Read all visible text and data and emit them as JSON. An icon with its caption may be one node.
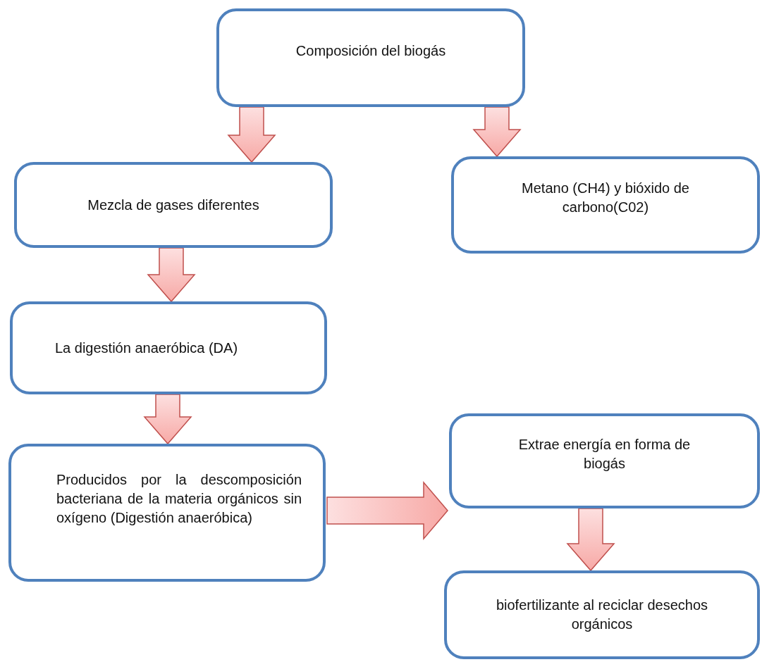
{
  "diagram": {
    "nodes": [
      {
        "text": [
          "Composición del biogás"
        ]
      },
      {
        "text": [
          "Mezcla de gases diferentes"
        ]
      },
      {
        "text": [
          "Metano (CH4) y bióxido de carbono(C02)"
        ]
      },
      {
        "text": [
          "La digestión anaeróbica (DA)"
        ]
      },
      {
        "text": [
          "Producidos por la descomposición bacteriana de la materia orgánicos sin oxígeno (Digestión anaeróbica)"
        ]
      },
      {
        "text": [
          "Extrae energía en forma de biogás"
        ]
      },
      {
        "text": [
          "biofertilizante al reciclar desechos orgánicos"
        ]
      }
    ],
    "edges": [
      {
        "from": 0,
        "to": 1,
        "arrow": "to"
      },
      {
        "from": 0,
        "to": 2,
        "arrow": "to"
      },
      {
        "from": 1,
        "to": 3,
        "arrow": "to"
      },
      {
        "from": 3,
        "to": 4,
        "arrow": "to"
      },
      {
        "from": 4,
        "to": 5,
        "arrow": "to"
      },
      {
        "from": 5,
        "to": 6,
        "arrow": "to"
      }
    ]
  }
}
